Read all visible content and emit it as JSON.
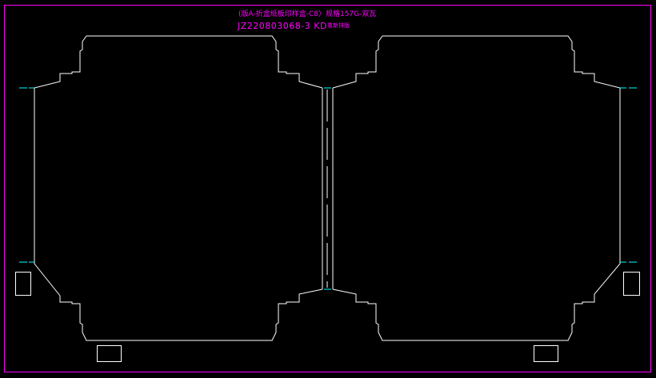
{
  "labels": {
    "line1": "(版A-折盒纸板印样盒-C8）规格157G-双瓦",
    "line2": "JZ220803068-3 KD",
    "line3": "重新排版"
  },
  "colors": {
    "background": "#000000",
    "border": "#ff00ff",
    "cut_line": "#ffffff",
    "crease_line": "#00ffff",
    "text": "#ff00ff"
  }
}
